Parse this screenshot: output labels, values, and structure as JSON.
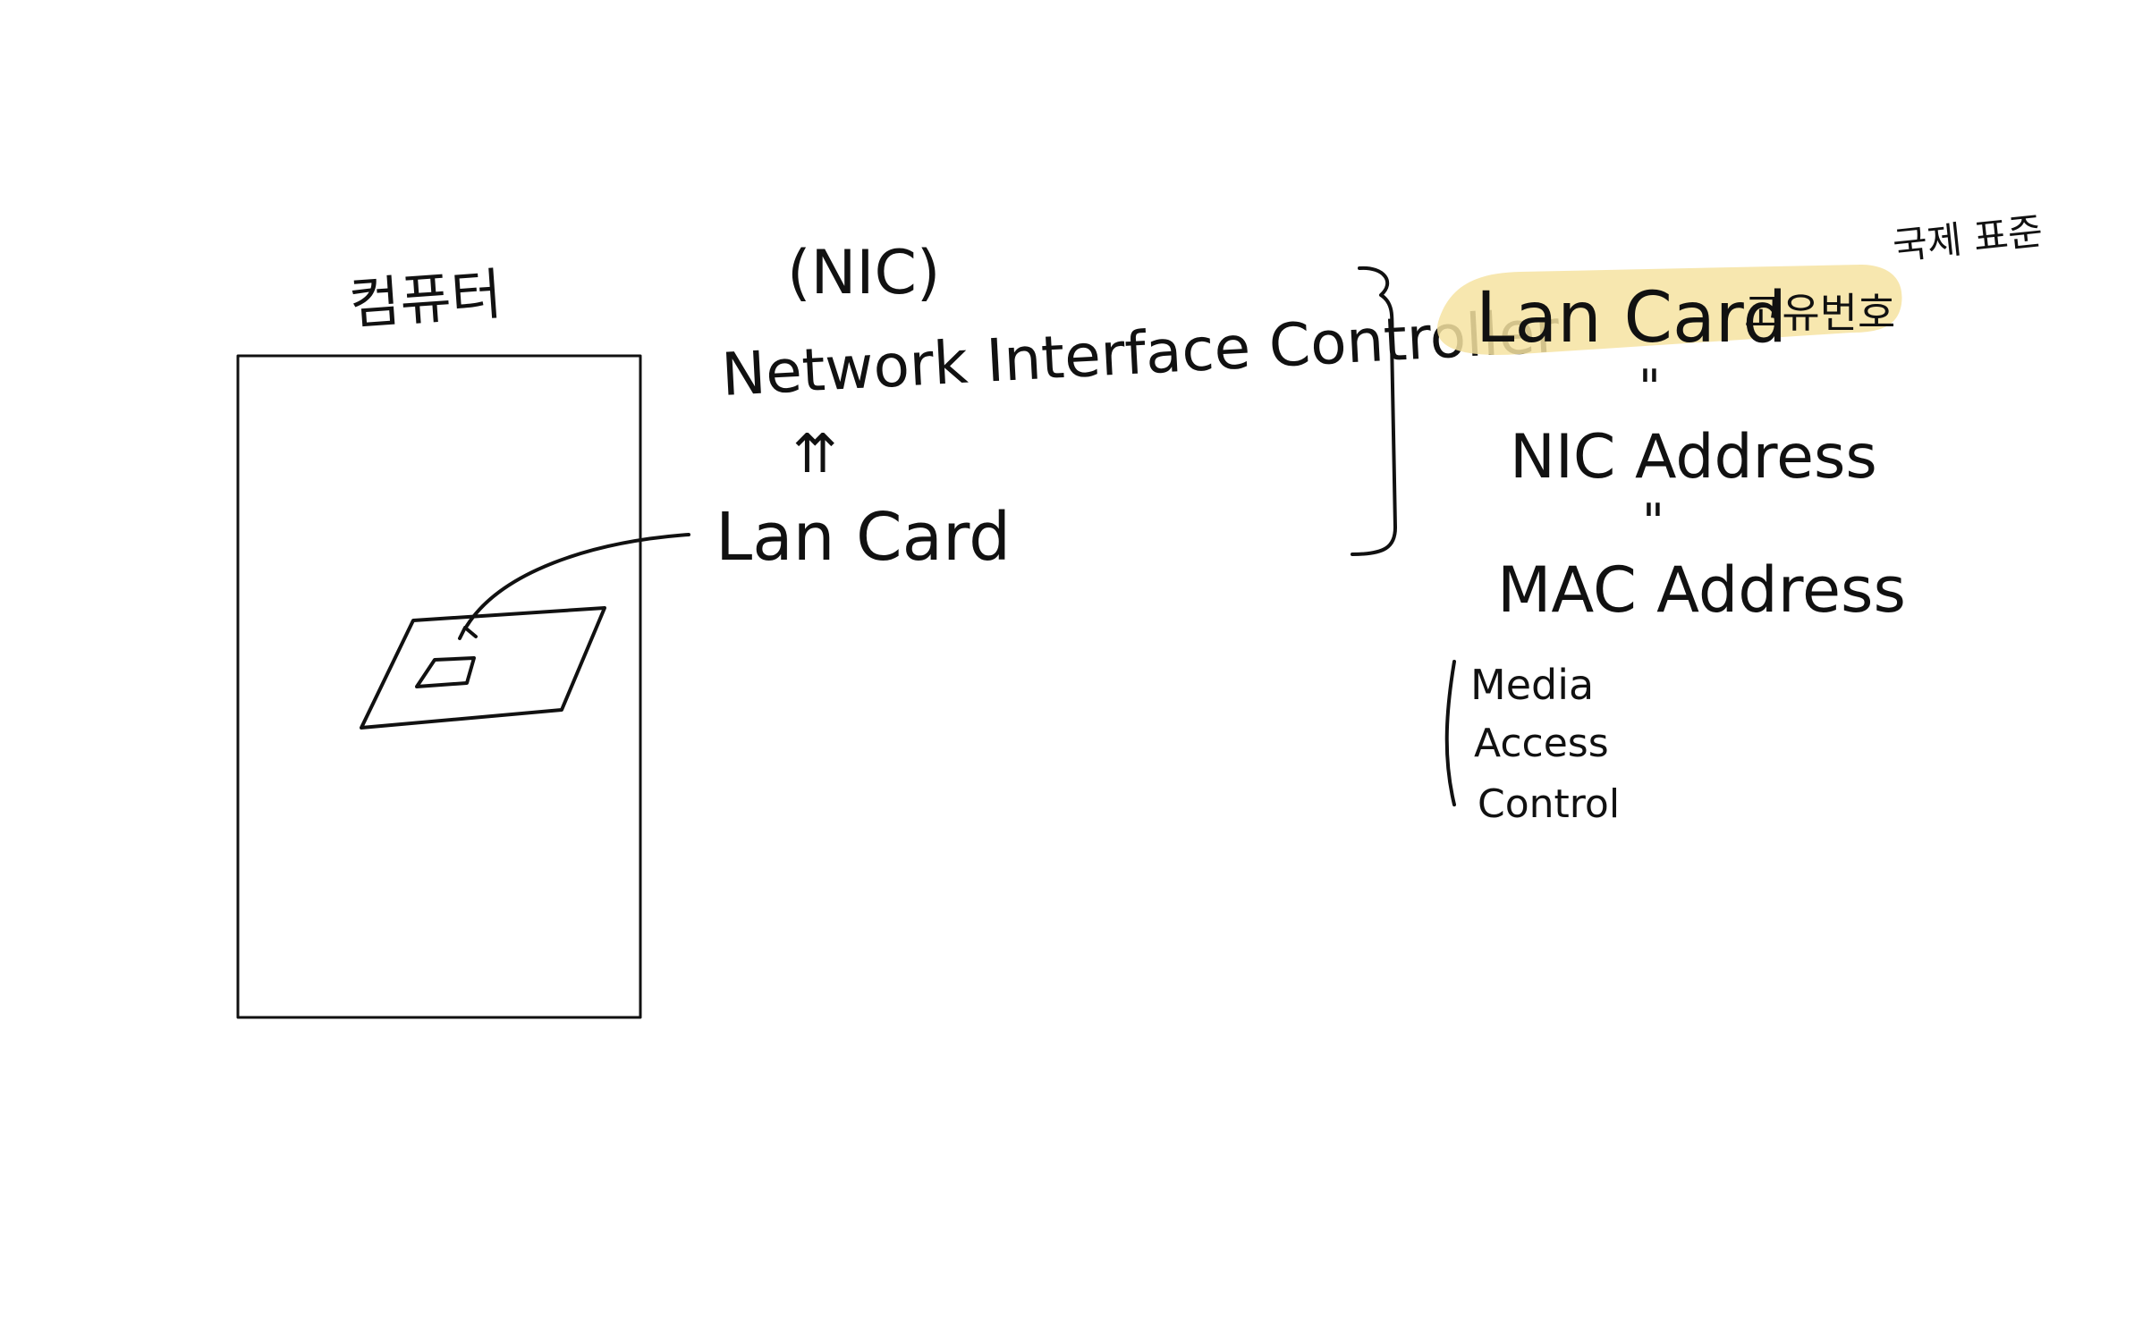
{
  "diagram": {
    "computer_label": "컴퓨터",
    "nic_abbr": "(NIC)",
    "nic_full": "Network Interface Controller",
    "up_arrow": "⇈",
    "lan_card": "Lan Card",
    "highlighted": {
      "lan_card": "Lan Card",
      "unique_number": "고유번호",
      "highlight_color": "#f6e3a1"
    },
    "world_standard": "국제 표준",
    "equals_1": "\"",
    "nic_address": "NIC Address",
    "equals_2": "\"",
    "mac_address": "MAC Address",
    "mac_expansion": [
      "Media",
      "Access",
      "Control"
    ],
    "ink_color": "#111111"
  }
}
